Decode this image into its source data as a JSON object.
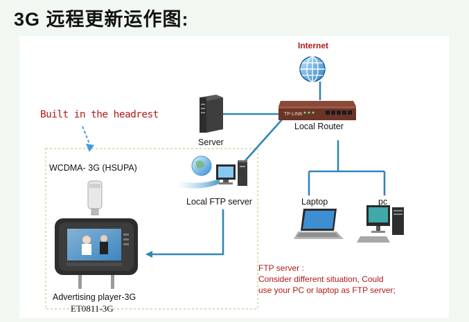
{
  "title": "3G 远程更新运作图:",
  "labels": {
    "internet": "Internet",
    "local_router": "Local Router",
    "router_brand": "TP-LINK",
    "server": "Server",
    "built_in": "Built in the headrest",
    "wcdma": "WCDMA- 3G  (HSUPA)",
    "local_ftp": "Local FTP server",
    "laptop": "Laptop",
    "pc": "pc",
    "ftp_note": [
      "FTP server :",
      "Consider different situation, Could",
      "use your PC or laptop as FTP server;"
    ],
    "advertising": "Advertising player-3G",
    "model": "ET0811-3G"
  },
  "colors": {
    "link_blue": "#2f86b8",
    "annotation_red": "#b01818",
    "dashed_box": "#b9d18a",
    "router_body": "#6a3527"
  }
}
